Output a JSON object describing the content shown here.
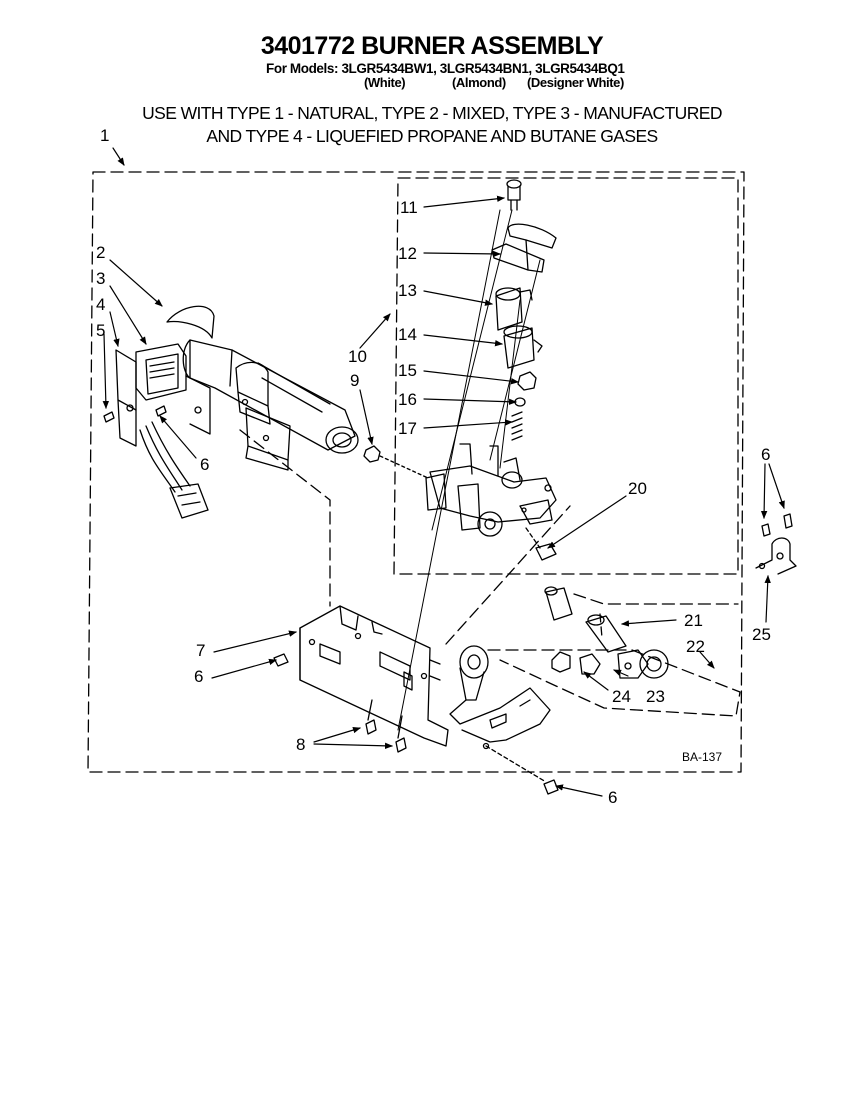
{
  "header": {
    "title": "3401772 BURNER ASSEMBLY",
    "models_line": "For Models: 3LGR5434BW1, 3LGR5434BN1, 3LGR5434BQ1",
    "model_colors": [
      "(White)",
      "(Almond)",
      "(Designer White)"
    ]
  },
  "usage": {
    "line1": "USE WITH TYPE 1 - NATURAL, TYPE 2 - MIXED, TYPE 3 - MANUFACTURED",
    "line2": "AND TYPE 4 - LIQUEFIED PROPANE AND BUTANE GASES"
  },
  "callouts": [
    "1",
    "2",
    "3",
    "4",
    "5",
    "6",
    "7",
    "6",
    "8",
    "9",
    "10",
    "11",
    "12",
    "13",
    "14",
    "15",
    "16",
    "17",
    "20",
    "21",
    "22",
    "23",
    "24",
    "6",
    "25",
    "6"
  ],
  "drawing_ref": "BA-137"
}
